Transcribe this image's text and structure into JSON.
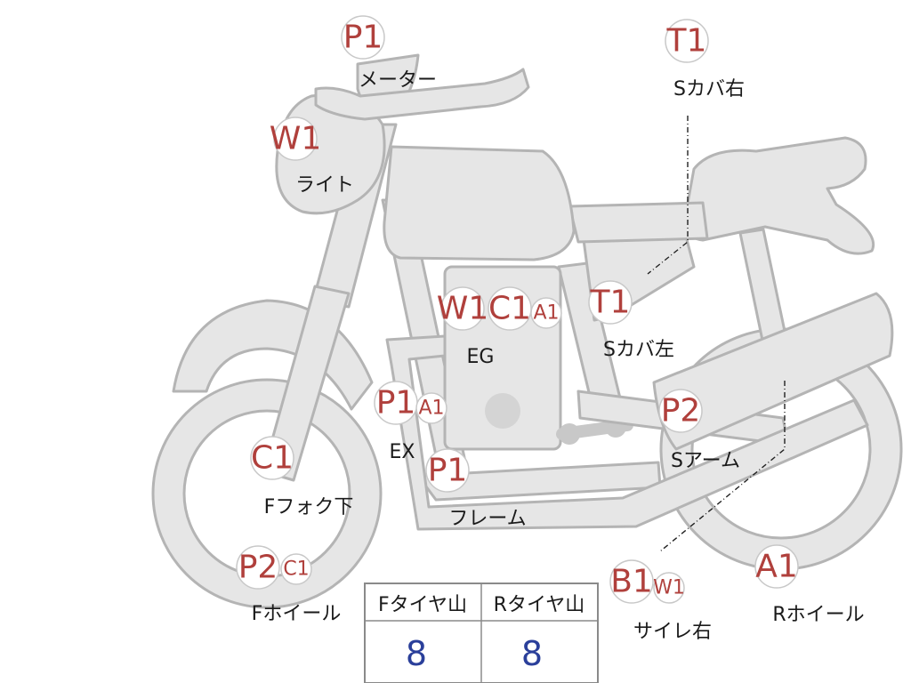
{
  "colors": {
    "bike_fill": "#e6e6e6",
    "bike_stroke": "#b4b4b4",
    "code_text": "#b0403c",
    "value_text": "#2a3f9a"
  },
  "markers": [
    {
      "id": "meter",
      "codes": [
        "P1"
      ],
      "label": "メーター"
    },
    {
      "id": "light",
      "codes": [
        "W1"
      ],
      "label": "ライト"
    },
    {
      "id": "s-cover-right",
      "codes": [
        "T1"
      ],
      "label": "Sカバ右"
    },
    {
      "id": "engine",
      "codes": [
        "W1",
        "C1",
        "A1"
      ],
      "label": "EG"
    },
    {
      "id": "s-cover-left",
      "codes": [
        "T1"
      ],
      "label": "Sカバ左"
    },
    {
      "id": "exhaust",
      "codes": [
        "P1",
        "A1"
      ],
      "label": "EX"
    },
    {
      "id": "swing-arm",
      "codes": [
        "P2"
      ],
      "label": "Sアーム"
    },
    {
      "id": "front-fork-lower",
      "codes": [
        "C1"
      ],
      "label": "Fフォク下"
    },
    {
      "id": "frame",
      "codes": [
        "P1"
      ],
      "label": "フレーム"
    },
    {
      "id": "front-wheel",
      "codes": [
        "P2",
        "C1"
      ],
      "label": "Fホイール"
    },
    {
      "id": "muffler-right",
      "codes": [
        "B1",
        "W1"
      ],
      "label": "サイレ右"
    },
    {
      "id": "rear-wheel",
      "codes": [
        "A1"
      ],
      "label": "Rホイール"
    }
  ],
  "tire_table": {
    "headers": [
      "Fタイヤ山",
      "Rタイヤ山"
    ],
    "values": [
      "8",
      "8"
    ]
  }
}
